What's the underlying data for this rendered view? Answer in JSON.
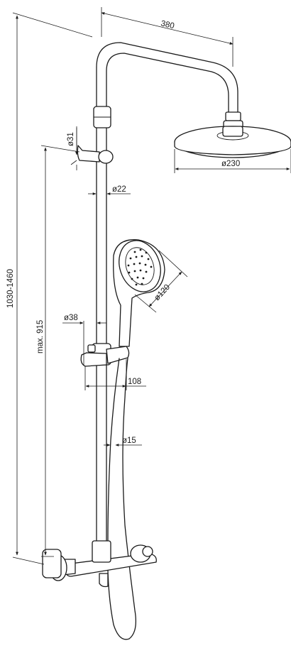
{
  "dimensions": {
    "arm_length": "380",
    "head_diameter": "ø230",
    "bracket_diameter": "ø31",
    "pipe_diameter": "ø22",
    "hand_shower_diameter": "ø120",
    "holder_diameter": "ø38",
    "holder_offset": "108",
    "hose_diameter": "ø15",
    "total_height": "1030-1460",
    "max_slide_height": "max. 915"
  }
}
